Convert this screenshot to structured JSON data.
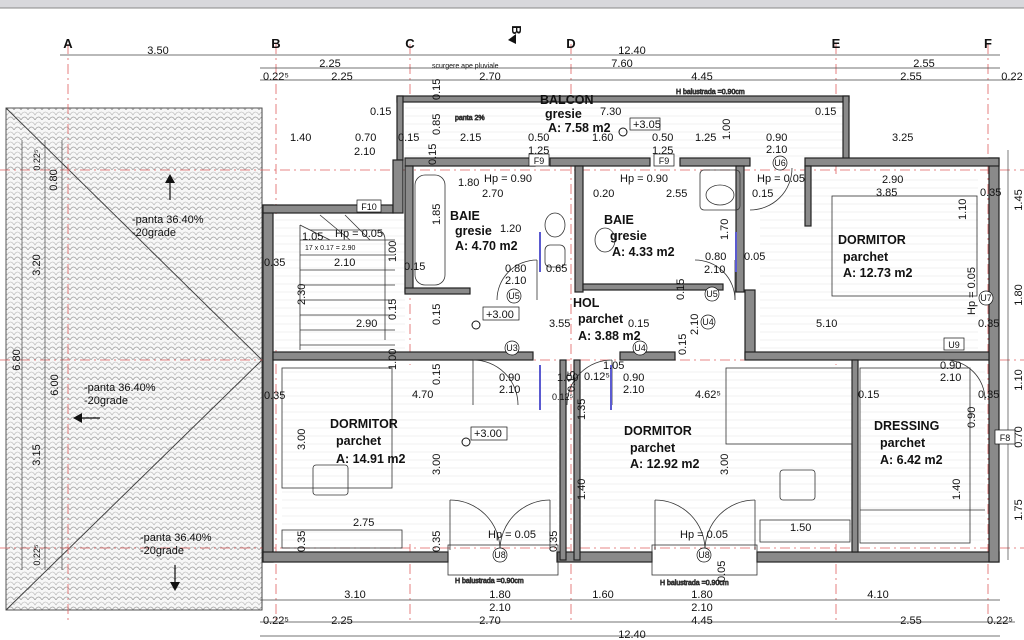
{
  "columns": [
    "A",
    "B",
    "C",
    "D",
    "E",
    "F"
  ],
  "north_mark": "B",
  "top_dims": {
    "row1": [
      "3.50",
      "12.40"
    ],
    "row2": [
      "2.25",
      "7.60",
      "2.55"
    ],
    "row3": [
      "0.22⁵",
      "2.25",
      "2.70",
      "4.45",
      "2.55",
      "0.22"
    ]
  },
  "bottom_dims": {
    "row1": [
      "3.10",
      "1.80",
      "1.60",
      "1.80",
      "4.10"
    ],
    "row2": [
      "2.10",
      "2.10"
    ],
    "row3": [
      "0.22⁵",
      "2.25",
      "2.70",
      "4.45",
      "2.55",
      "0.22⁵"
    ],
    "row4": [
      "12.40"
    ]
  },
  "left_dims": [
    "0.22⁵",
    "0.80",
    "3.20",
    "6.80",
    "6.00",
    "3.15",
    "0.22⁵"
  ],
  "right_dims": [
    "1.45",
    "1.80",
    "1.10",
    "0.70",
    "1.75"
  ],
  "notes": {
    "rain": "scurgere ape pluviale",
    "panta_small": "panta 2%",
    "balustrade_top": "H balustrada =0.90cm",
    "balustrade_b1": "H balustrada =0.90cm",
    "balustrade_b2": "H balustrada =0.90cm",
    "stair": "17 x 0.17 = 2.90"
  },
  "roof_labels": [
    {
      "line1": "-panta 36.40%",
      "line2": "-20grade"
    },
    {
      "line1": "-panta 36.40%",
      "line2": "-20grade"
    },
    {
      "line1": "-panta 36.40%",
      "line2": "-20grade"
    }
  ],
  "rooms": [
    {
      "name": "BALCON",
      "finish": "gresie",
      "area": "A: 7.58 m2"
    },
    {
      "name": "BAIE",
      "finish": "gresie",
      "area": "A: 4.70 m2"
    },
    {
      "name": "BAIE",
      "finish": "gresie",
      "area": "A: 4.33 m2"
    },
    {
      "name": "DORMITOR",
      "finish": "parchet",
      "area": "A: 12.73 m2"
    },
    {
      "name": "HOL",
      "finish": "parchet",
      "area": "A: 3.88 m2"
    },
    {
      "name": "DORMITOR",
      "finish": "parchet",
      "area": "A: 14.91 m2"
    },
    {
      "name": "DORMITOR",
      "finish": "parchet",
      "area": "A: 12.92 m2"
    },
    {
      "name": "DRESSING",
      "finish": "parchet",
      "area": "A: 6.42 m2"
    }
  ],
  "levels": [
    "+3.05",
    "+3.00",
    "+3.00"
  ],
  "windows": [
    "F9",
    "F9",
    "F10",
    "F8"
  ],
  "doors": [
    "U6",
    "U5",
    "U5",
    "U3",
    "U4",
    "U4",
    "U7",
    "U9",
    "U8",
    "U8"
  ],
  "interior_dims": [
    "0.15",
    "7.30",
    "0.15",
    "0.15",
    "0.85",
    "2.15",
    "0.50",
    "1.60",
    "0.50",
    "1.25",
    "1.00",
    "0.90",
    "3.25",
    "1.40",
    "0.70",
    "0.15",
    "2.10",
    "1.25",
    "1.25",
    "2.10",
    "0.15",
    "2.90",
    "1.80",
    "2.70",
    "0.20",
    "2.55",
    "3.85",
    "0.15",
    "0.35",
    "1.10",
    "1.05",
    "Hp = 0.05",
    "1.85",
    "1.70",
    "0.15",
    "0.35",
    "2.10",
    "0.80",
    "0.65",
    "0.80",
    "2.10",
    "0.05",
    "2.10",
    "1.00",
    "2.30",
    "0.15",
    "2.90",
    "3.55",
    "0.15",
    "2.10",
    "0.15",
    "5.10",
    "0.35",
    "0.15",
    "0.90",
    "2.10",
    "0.15",
    "1.00",
    "4.70",
    "0.90",
    "2.10",
    "1.00",
    "0.12⁵",
    "1.05",
    "0.90",
    "2.10",
    "4.62⁵",
    "0.15",
    "0.15",
    "0.35",
    "3.00",
    "1.35",
    "3.00",
    "3.00",
    "1.40",
    "2.75",
    "1.50",
    "0.35",
    "0.35",
    "1.40",
    "0.90",
    "Hp = 0.90",
    "Hp = 0.90",
    "Hp = 0.05",
    "Hp = 0.05",
    "Hp = 0.05",
    "Hp = 0.05",
    "0.35",
    "0.35",
    "0.12⁵",
    "0.15",
    "0.05",
    "1.20"
  ]
}
